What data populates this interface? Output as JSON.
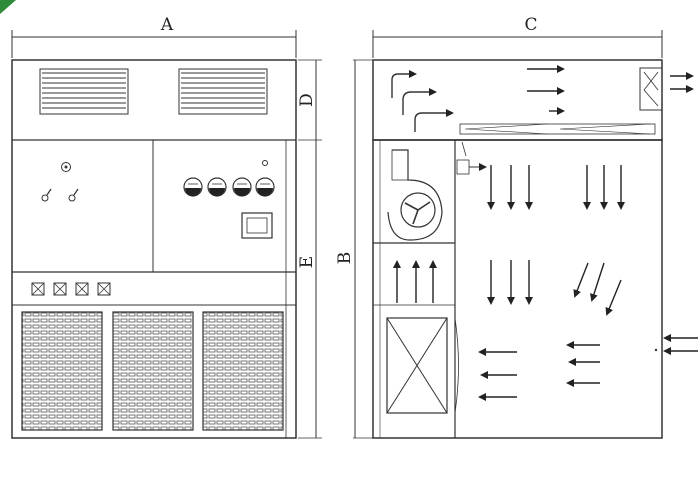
{
  "dimension_labels": {
    "width_front": "A",
    "height_total": "B",
    "depth_side": "C",
    "top_section_height": "D",
    "lower_section_height": "E"
  },
  "colors": {
    "line": "#333333",
    "shade": "#dcdcdc",
    "corner_accent": "#2e8b3a"
  },
  "icons": [
    "louver-vent-icon",
    "control-knob-icon",
    "meter-dial-icon",
    "display-screen-icon",
    "switch-icon",
    "perforated-grille-icon",
    "centrifugal-fan-icon",
    "cooling-coil-icon",
    "airflow-arrow-icon"
  ]
}
